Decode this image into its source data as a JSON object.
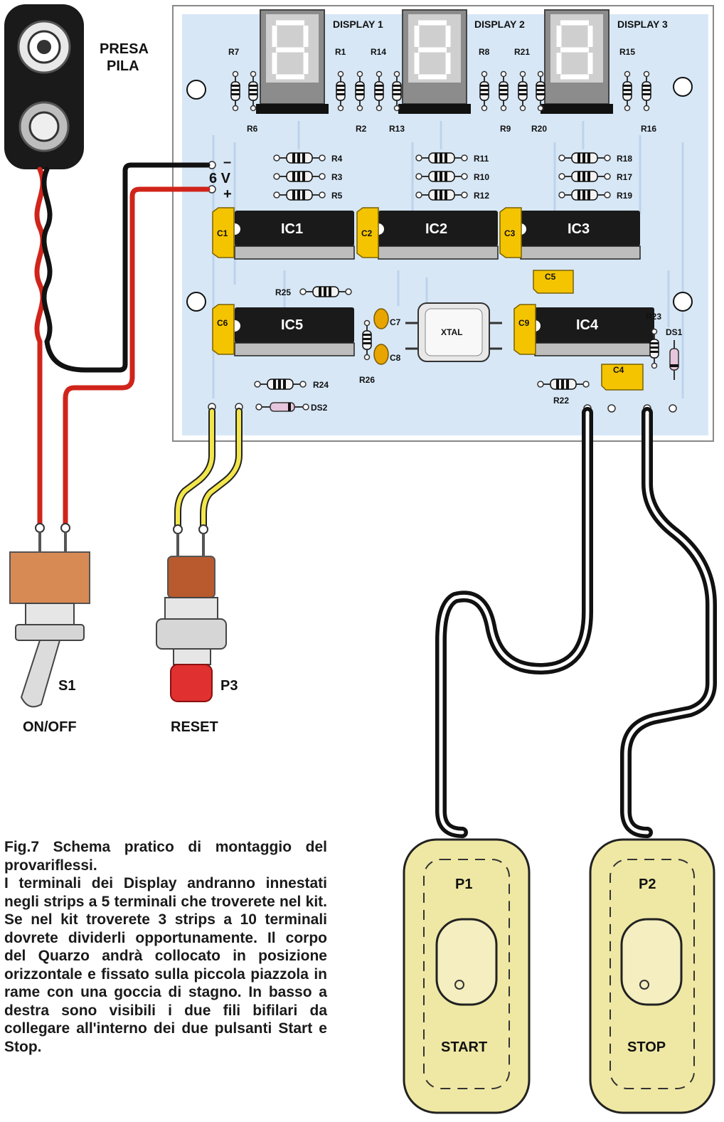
{
  "battery": {
    "label_line1": "PRESA",
    "label_line2": "PILA"
  },
  "supply": {
    "minus": "–",
    "voltage": "6 V",
    "plus": "+"
  },
  "displays": [
    "DISPLAY 1",
    "DISPLAY 2",
    "DISPLAY 3"
  ],
  "ics": [
    "IC1",
    "IC2",
    "IC3",
    "IC5",
    "IC4"
  ],
  "crystal": "XTAL",
  "capacitors": [
    "C1",
    "C2",
    "C3",
    "C5",
    "C6",
    "C7",
    "C8",
    "C9",
    "C4"
  ],
  "resistors": [
    "R7",
    "R6",
    "R1",
    "R2",
    "R14",
    "R13",
    "R8",
    "R9",
    "R21",
    "R20",
    "R15",
    "R16",
    "R4",
    "R3",
    "R5",
    "R11",
    "R10",
    "R12",
    "R18",
    "R17",
    "R19",
    "R25",
    "R23",
    "R24",
    "R26",
    "R22"
  ],
  "diodes": [
    "DS1",
    "DS2"
  ],
  "switch": {
    "id": "S1",
    "label": "ON/OFF"
  },
  "reset": {
    "id": "P3",
    "label": "RESET"
  },
  "pedals": [
    {
      "id": "P1",
      "label": "START"
    },
    {
      "id": "P2",
      "label": "STOP"
    }
  ],
  "caption": {
    "line1": "Fig.7 Schema pratico di montaggio del provariflessi.",
    "line2": "I terminali dei Display andranno innestati negli strips a 5 terminali che troverete nel kit. Se nel kit troverete 3 strips a 10 terminali dovrete dividerli opportunamente. Il corpo del Quarzo andrà collocato in posizione orizzontale e fissato sulla piccola piazzola in rame con una goccia di stagno. In basso a destra sono visibili i due fili bifilari da collegare all'interno dei due pulsanti Start e Stop."
  }
}
